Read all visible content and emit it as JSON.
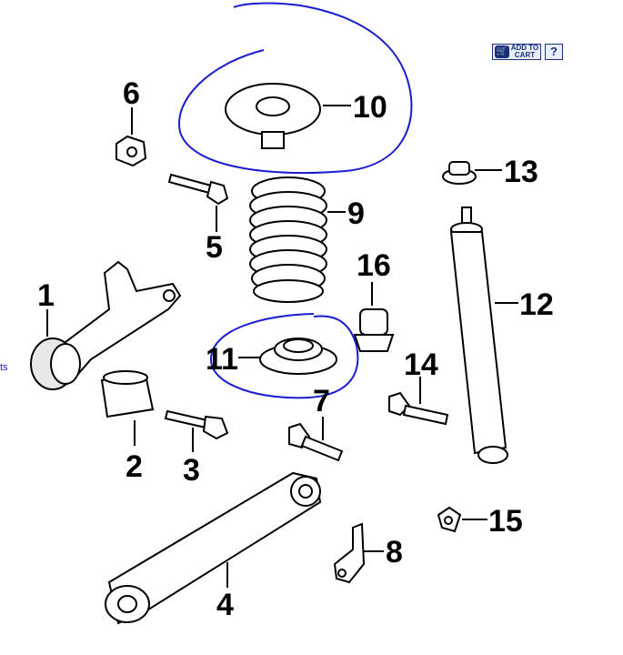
{
  "toolbar": {
    "add_to_cart_line1": "ADD TO",
    "add_to_cart_line2": "CART",
    "help_label": "?",
    "cart_icon": "cart-icon"
  },
  "edge_text": "ts",
  "callouts": [
    "1",
    "2",
    "3",
    "4",
    "5",
    "6",
    "7",
    "8",
    "9",
    "10",
    "11",
    "12",
    "13",
    "14",
    "15",
    "16"
  ],
  "colors": {
    "annotation": "#1a1ad0",
    "button": "#1b2f7a",
    "line": "#000000"
  }
}
